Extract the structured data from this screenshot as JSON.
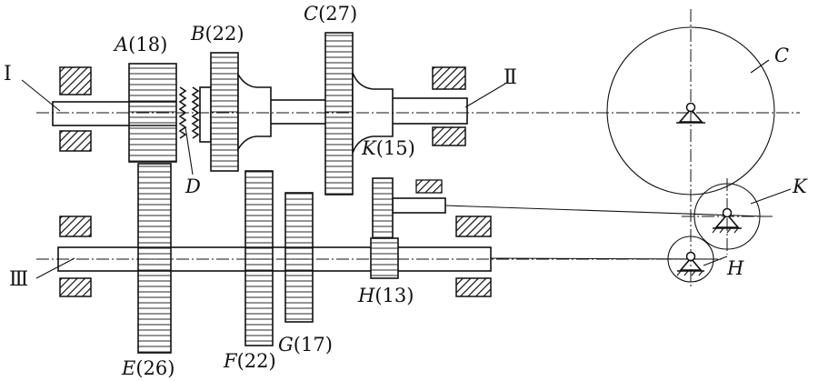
{
  "shafts": {
    "shaft1": "Ⅰ",
    "shaft2": "Ⅱ",
    "shaft3": "Ⅲ"
  },
  "gears": {
    "A": {
      "letter": "A",
      "teeth": "(18)"
    },
    "B": {
      "letter": "B",
      "teeth": "(22)"
    },
    "C": {
      "letter": "C",
      "teeth": "(27)"
    },
    "D": {
      "letter": "D"
    },
    "E": {
      "letter": "E",
      "teeth": "(26)"
    },
    "F": {
      "letter": "F",
      "teeth": "(22)"
    },
    "G": {
      "letter": "G",
      "teeth": "(17)"
    },
    "K": {
      "letter": "K",
      "teeth": "(15)"
    },
    "H": {
      "letter": "H",
      "teeth": "(13)"
    }
  },
  "side_view": {
    "C": "C",
    "K": "K",
    "H": "H"
  }
}
